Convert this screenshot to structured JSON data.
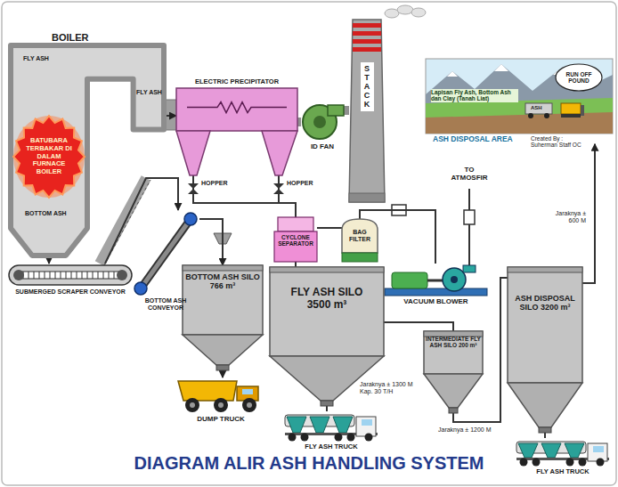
{
  "diagram": {
    "title": "DIAGRAM ALIR ASH HANDLING SYSTEM",
    "nodes": [
      {
        "text": [
          "BOILER"
        ]
      },
      {
        "text": [
          "BATUBARA TERBAKAR DI DALAM FURNACE BOILER"
        ],
        "in": 0
      },
      {
        "text": [
          "ELECTRIC PRECIPITATOR"
        ]
      },
      {
        "text": [
          "ID FAN"
        ]
      },
      {
        "text": [
          "STACK"
        ]
      },
      {
        "text": [
          "SUBMERGED SCRAPER CONVEYOR"
        ]
      },
      {
        "text": [
          "BOTTOM ASH CONVEYOR"
        ]
      },
      {
        "text": [
          "BOTTOM ASH SILO 766 m³"
        ]
      },
      {
        "text": [
          "DUMP TRUCK"
        ]
      },
      {
        "text": [
          "CYCLONE SEPARATOR"
        ]
      },
      {
        "text": [
          "BAG FILTER"
        ]
      },
      {
        "text": [
          "VACUUM BLOWER"
        ]
      },
      {
        "text": [
          "FLY ASH SILO 3500 m³"
        ]
      },
      {
        "text": [
          "FLY ASH TRUCK"
        ]
      },
      {
        "text": [
          "INTERMEDIATE FLY ASH SILO 200 m³"
        ]
      },
      {
        "text": [
          "ASH DISPOSAL SILO 3200 m³"
        ]
      },
      {
        "text": [
          "FLY ASH TRUCK"
        ]
      },
      {
        "text": [
          "Lapisan Fly Ash, Bottom Ash dan Clay (Tanah Liat)",
          "ASH DISPOSAL AREA"
        ]
      },
      {
        "text": [
          "RUN OFF POUND"
        ],
        "in": 17
      }
    ],
    "edges": [
      {
        "from": 0,
        "to": 2,
        "arrow": "to"
      },
      {
        "from": 2,
        "to": 3,
        "arrow": "none"
      },
      {
        "from": 3,
        "to": 4,
        "arrow": "none"
      },
      {
        "from": 0,
        "to": 5,
        "arrow": "to"
      },
      {
        "from": 5,
        "to": 6,
        "arrow": "to"
      },
      {
        "from": 6,
        "to": 7,
        "arrow": "to"
      },
      {
        "from": 7,
        "to": 8,
        "arrow": "to"
      },
      {
        "from": 2,
        "to": 9,
        "arrow": "none"
      },
      {
        "from": 9,
        "to": 12,
        "arrow": "none"
      },
      {
        "from": 9,
        "to": 10,
        "arrow": "none"
      },
      {
        "from": 10,
        "to": 11,
        "arrow": "none"
      },
      {
        "from": 12,
        "to": 13,
        "arrow": "none"
      },
      {
        "from": 12,
        "to": 14,
        "label": "Jaraknya ± 1300 M Kap. 30 T/H",
        "arrow": "none"
      },
      {
        "from": 14,
        "to": 15,
        "label": "Jaraknya ± 1200 M",
        "arrow": "none"
      },
      {
        "from": 15,
        "to": 16,
        "arrow": "none"
      },
      {
        "from": 15,
        "to": 17,
        "label": "Jaraknya ± 600 M",
        "arrow": "to"
      }
    ],
    "labels": [
      "FLY ASH",
      "FLY ASH",
      "BOTTOM ASH",
      "HOPPER",
      "HOPPER",
      "TO ATMOSFIR",
      "ASH",
      "Created By : Suherman Staff OC"
    ]
  }
}
